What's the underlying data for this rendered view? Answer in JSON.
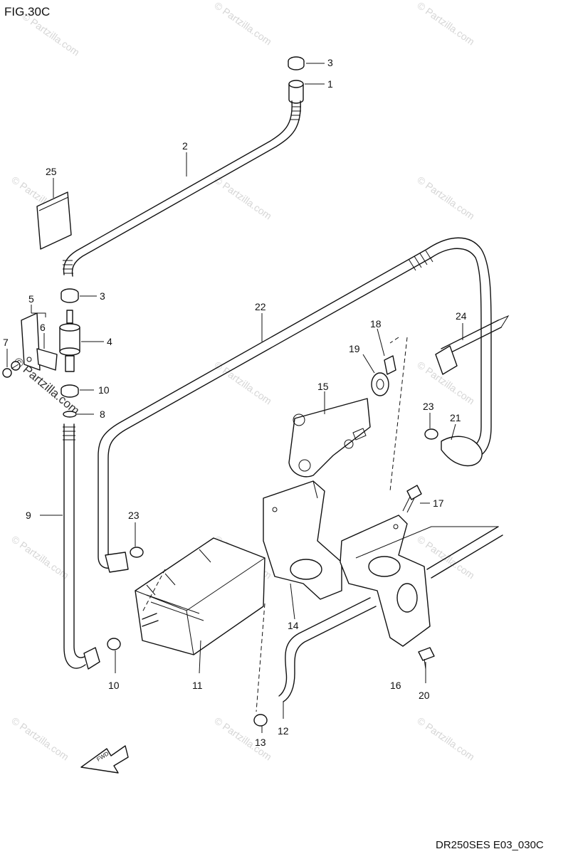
{
  "figure": {
    "title": "FIG.30C",
    "code": "DR250SES E03_030C",
    "direction_label": "FWD"
  },
  "watermark": {
    "text": "© Partzilla.com"
  },
  "callouts": [
    {
      "id": "c3a",
      "text": "3"
    },
    {
      "id": "c1",
      "text": "1"
    },
    {
      "id": "c2",
      "text": "2"
    },
    {
      "id": "c25",
      "text": "25"
    },
    {
      "id": "c3b",
      "text": "3"
    },
    {
      "id": "c5",
      "text": "5"
    },
    {
      "id": "c6",
      "text": "6"
    },
    {
      "id": "c4",
      "text": "4"
    },
    {
      "id": "c7",
      "text": "7"
    },
    {
      "id": "c10a",
      "text": "10"
    },
    {
      "id": "c8",
      "text": "8"
    },
    {
      "id": "c22",
      "text": "22"
    },
    {
      "id": "c24",
      "text": "24"
    },
    {
      "id": "c18",
      "text": "18"
    },
    {
      "id": "c19",
      "text": "19"
    },
    {
      "id": "c15",
      "text": "15"
    },
    {
      "id": "c23a",
      "text": "23"
    },
    {
      "id": "c21",
      "text": "21"
    },
    {
      "id": "c9",
      "text": "9"
    },
    {
      "id": "c23b",
      "text": "23"
    },
    {
      "id": "c17",
      "text": "17"
    },
    {
      "id": "c14",
      "text": "14"
    },
    {
      "id": "c10b",
      "text": "10"
    },
    {
      "id": "c11",
      "text": "11"
    },
    {
      "id": "c16",
      "text": "16"
    },
    {
      "id": "c20",
      "text": "20"
    },
    {
      "id": "c12",
      "text": "12"
    },
    {
      "id": "c13",
      "text": "13"
    }
  ]
}
